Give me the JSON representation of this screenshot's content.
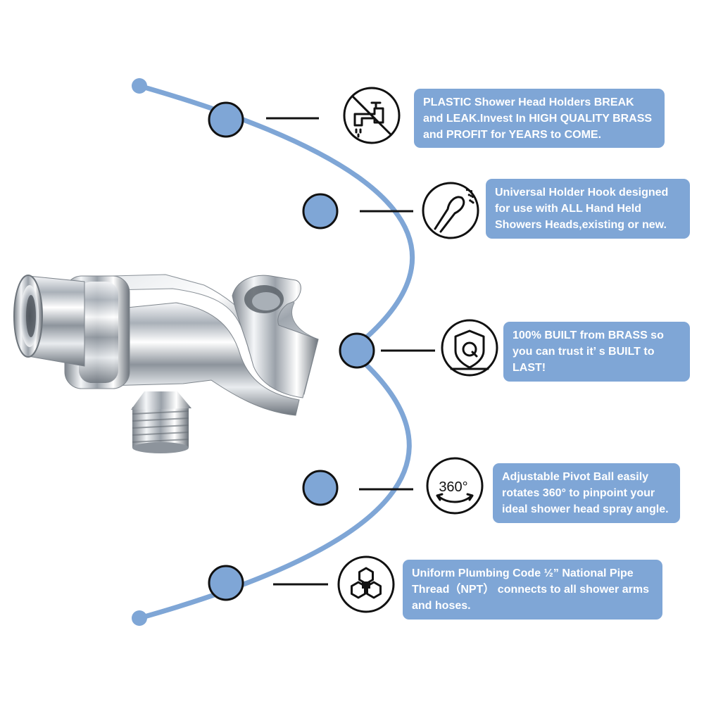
{
  "colors": {
    "accent": "#7fa6d6",
    "dark": "#111111",
    "chrome": "#c9ced4"
  },
  "features": [
    {
      "icon": "no-faucet-icon",
      "text": "PLASTIC Shower Head Holders BREAK and LEAK.Invest In HIGH QUALITY BRASS and PROFIT for YEARS to COME."
    },
    {
      "icon": "hand-shower-icon",
      "text": "Universal Holder Hook designed for use with ALL Hand Held Showers Heads,existing or new."
    },
    {
      "icon": "quality-shield-icon",
      "text": "100% BUILT from BRASS so you can trust it’ s BUILT to LAST!"
    },
    {
      "icon": "rotate-360-icon",
      "icon_label": "360°",
      "text": "Adjustable Pivot Ball easily rotates 360° to pinpoint your ideal shower head spray angle."
    },
    {
      "icon": "hexagon-cluster-icon",
      "text": "Uniform Plumbing Code ½” National Pipe Thread（NPT） connects to all shower arms and hoses."
    }
  ]
}
